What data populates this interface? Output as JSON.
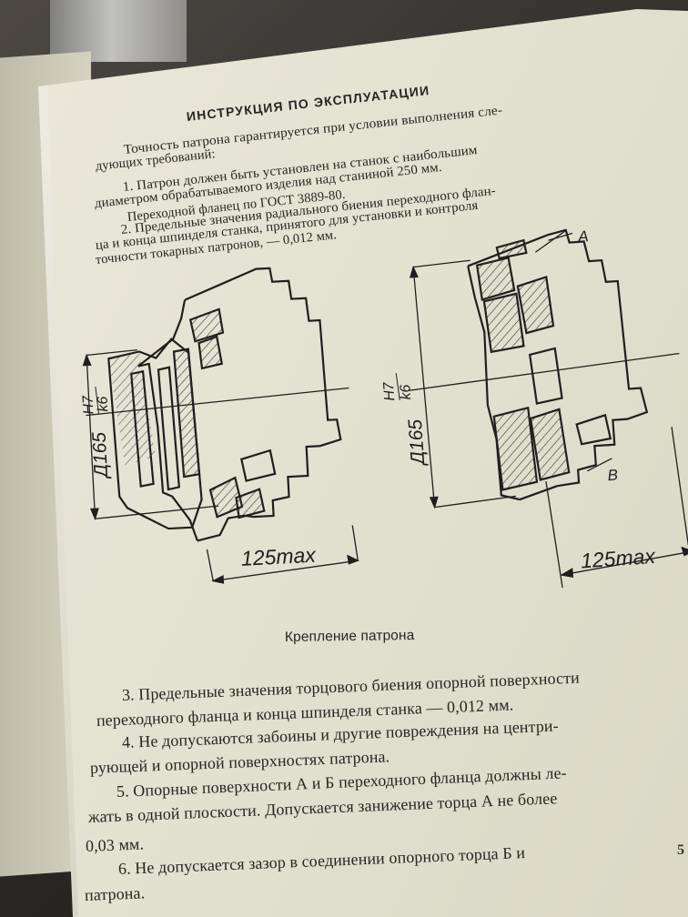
{
  "document": {
    "title": "ИНСТРУКЦИЯ ПО ЭКСПЛУАТАЦИИ",
    "intro": [
      "Точность патрона гарантируется при условии выполнения сле-",
      "дующих требований:"
    ],
    "items_before_figure": [
      "1. Патрон должен быть установлен   на станок с наибольшим",
      "диаметром обрабатываемого изделия над станиной 250 мм.",
      "Переходной фланец по ГОСТ 3889-80.",
      "2. Предельные значения радиального биения переходного флан-",
      "ца и конца шпинделя станка,  принятого для установки и контроля",
      "точности токарных патронов, — 0,012 мм."
    ],
    "figure": {
      "left_diameter_label": "Д165",
      "left_fit_numerator": "H7",
      "left_fit_denominator": "k6",
      "left_length_label": "125max",
      "right_diameter_label": "Д165",
      "right_fit_numerator": "H7",
      "right_fit_denominator": "k6",
      "right_length_label": "125max",
      "label_a": "А",
      "label_b": "В",
      "caption": "Крепление патрона"
    },
    "items_after_figure": [
      "3. Предельные значения торцового биения опорной поверхности",
      "переходного фланца и конца шпинделя станка — 0,012 мм.",
      "4. Не допускаются забоины и другие   повреждения на центри-",
      "рующей и опорной поверхностях патрона.",
      "5. Опорные поверхности А и Б переходного фланца должны ле-",
      "жать в одной плоскости. Допускается  занижение торца  А не более",
      "0,03 мм.",
      "6. Не допускается зазор    в соединении опорного    торца Б и",
      "патрона."
    ],
    "page_number": "5"
  }
}
